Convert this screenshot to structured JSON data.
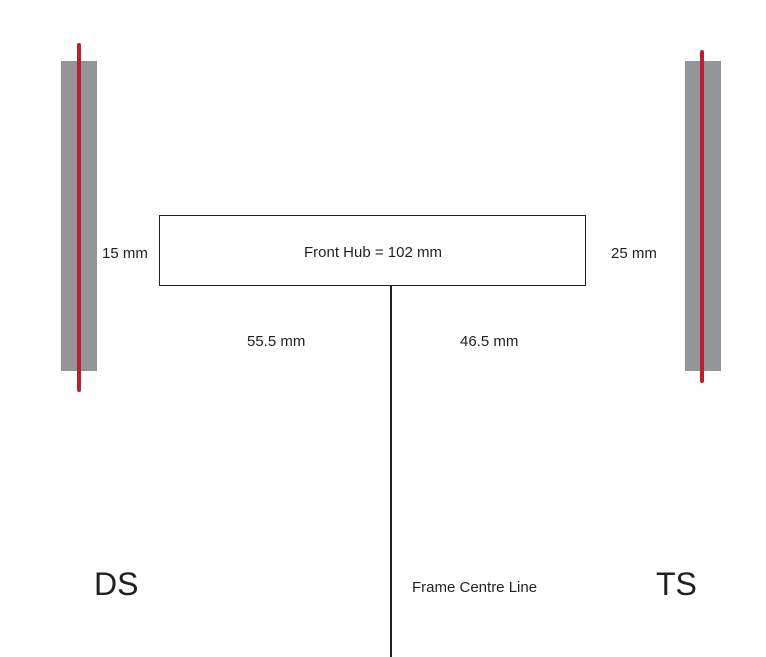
{
  "hub": {
    "label": "Front Hub = 102 mm"
  },
  "gaps": {
    "left": "15 mm",
    "right": "25 mm"
  },
  "offsets": {
    "left": "55.5 mm",
    "right": "46.5 mm"
  },
  "centre_line": {
    "label": "Frame Centre Line"
  },
  "sides": {
    "left": "DS",
    "right": "TS"
  },
  "colors": {
    "plate": "#939598",
    "stripe": "#be1e2d",
    "line": "#231f20"
  }
}
